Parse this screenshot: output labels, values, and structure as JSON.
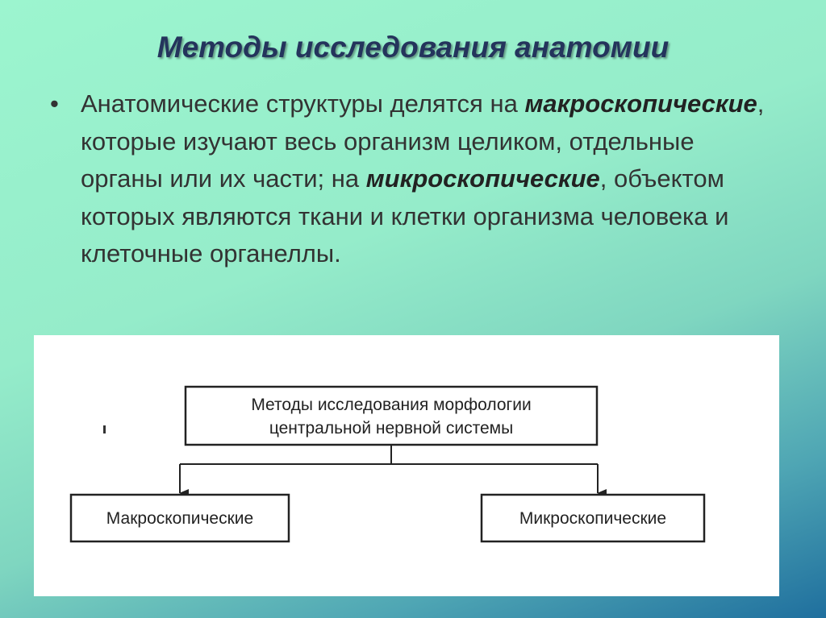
{
  "slide": {
    "title": "Методы исследования анатомии",
    "bullet_symbol": "•",
    "paragraph": {
      "t1": "Анатомические структуры делятся на ",
      "em1": "макроскопические",
      "t2": ", которые изучают весь организм целиком, отдельные органы или их части; на ",
      "em2": "микроскопические",
      "t3": ", объектом которых являются ткани и клетки организма человека и клеточные органеллы."
    }
  },
  "diagram": {
    "top_box": {
      "line1": "Методы исследования морфологии",
      "line2": "центральной нервной системы"
    },
    "left_box": "Макроскопические",
    "right_box": "Микроскопические"
  }
}
